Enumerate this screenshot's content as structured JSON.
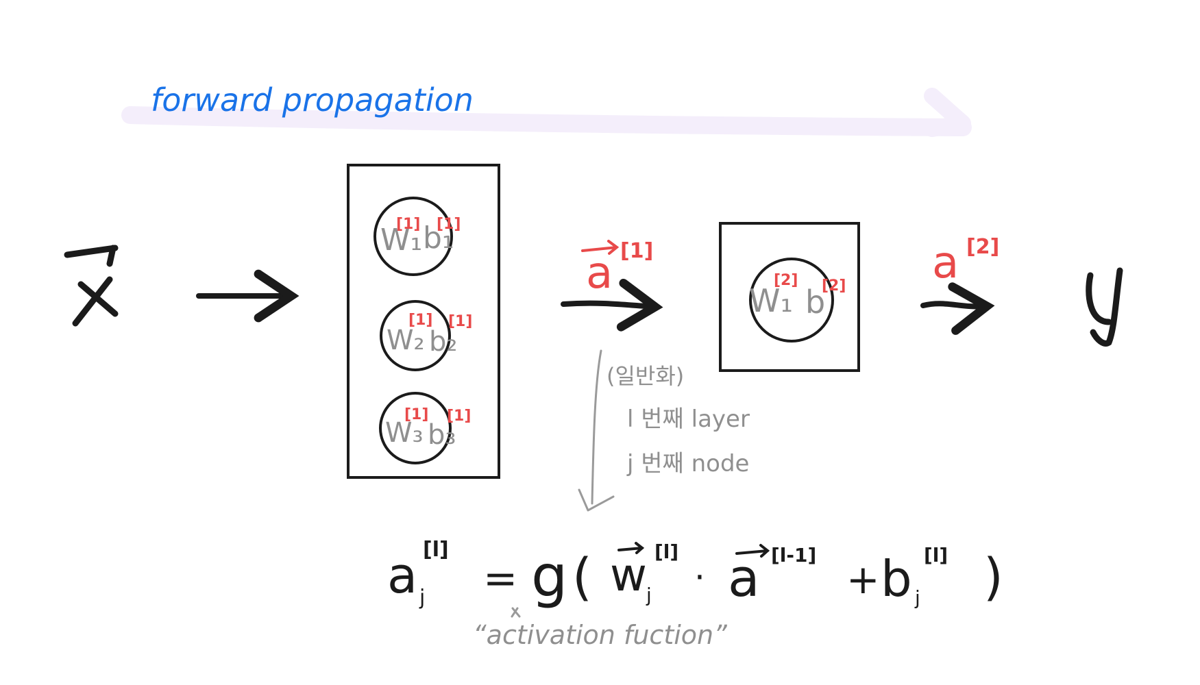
{
  "header": {
    "title": "forward propagation",
    "title_color": "#1a73e8",
    "arrow_color": "#f4eefb"
  },
  "input": {
    "label": "x"
  },
  "layer1": {
    "nodes": [
      {
        "w": "W₁",
        "w_sup": "[1]",
        "b": "b₁",
        "b_sup": "[1]"
      },
      {
        "w": "W₂",
        "w_sup": "[1]",
        "b": "b₂",
        "b_sup": "[1]"
      },
      {
        "w": "W₃",
        "w_sup": "[1]",
        "b": "b₃",
        "b_sup": "[1]"
      }
    ]
  },
  "activation1": {
    "label": "a",
    "sup": "[1]"
  },
  "layer2": {
    "node": {
      "w": "W₁",
      "w_sup": "[2]",
      "b": "b",
      "b_sup": "[2]"
    }
  },
  "activation2": {
    "label": "a",
    "sup": "[2]"
  },
  "output": {
    "label": "y"
  },
  "note": {
    "line1": "(일반화)",
    "line2": "l 번째 layer",
    "line3": "j 번째 node"
  },
  "formula": {
    "lhs": "a",
    "lhs_sub": "j",
    "lhs_sup": "[l]",
    "eq": "=",
    "g": "g",
    "lparen": "(",
    "w": "w",
    "w_sub": "j",
    "w_sup": "[l]",
    "dot": "·",
    "a": "a",
    "a_sup": "[l-1]",
    "plus": "+",
    "b": "b",
    "b_sub": "j",
    "b_sup": "[l]",
    "rparen": ")"
  },
  "g_note": {
    "text": "“activation fuction”"
  },
  "colors": {
    "ink": "#1b1b1b",
    "grey": "#8f8f8f",
    "red": "#e84a4a",
    "blue": "#1a73e8"
  }
}
